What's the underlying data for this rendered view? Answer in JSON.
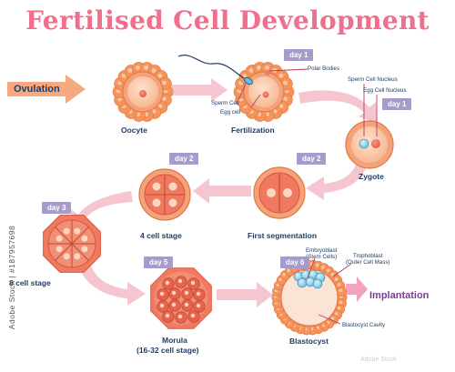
{
  "title": "Fertilised Cell Development",
  "stages": {
    "ovulation": "Ovulation",
    "implantation": "Implantation"
  },
  "labels": {
    "oocyte": "Oocyte",
    "fertilization": "Fertilization",
    "zygote": "Zygote",
    "first_segmentation": "First segmentation",
    "four_cell": "4 cell stage",
    "eight_cell": "8 cell stage",
    "morula": "Morula",
    "morula_sub": "(16-32 cell stage)",
    "blastocyst": "Blastocyst"
  },
  "annotations": {
    "polar_bodies": "Polar Bodies",
    "sperm_cell": "Sperm Cell",
    "egg_cell": "Egg cell",
    "sperm_nucleus": "Sperm Cell Nucleus",
    "egg_nucleus": "Egg Cell Nucleus",
    "embryoblast": "Embryoblast",
    "embryoblast_sub": "(Stem Cells)",
    "trophoblast": "Trophoblast",
    "trophoblast_sub": "(Outer Cell Mass)",
    "blastocyst_cavity": "Blastocyst Cavity"
  },
  "days": {
    "fertilization": "day 1",
    "zygote": "day 1",
    "first_segmentation": "day 2",
    "four_cell": "day 2",
    "eight_cell": "day 3",
    "morula": "day 5",
    "blastocyst": "day 6"
  },
  "watermark": {
    "side_id": "Adobe Stock | #187957698",
    "brand": "Adobe Stock"
  },
  "colors": {
    "title": "#f06f8c",
    "arrow": "#f5c6d0",
    "corona": "#f5935c",
    "cell_fill": "#f8c7a6",
    "cell_inner": "#f07a60",
    "day_badge": "#a69bcb",
    "label_text": "#1f3e66",
    "stage_text": "#7b3e93"
  }
}
